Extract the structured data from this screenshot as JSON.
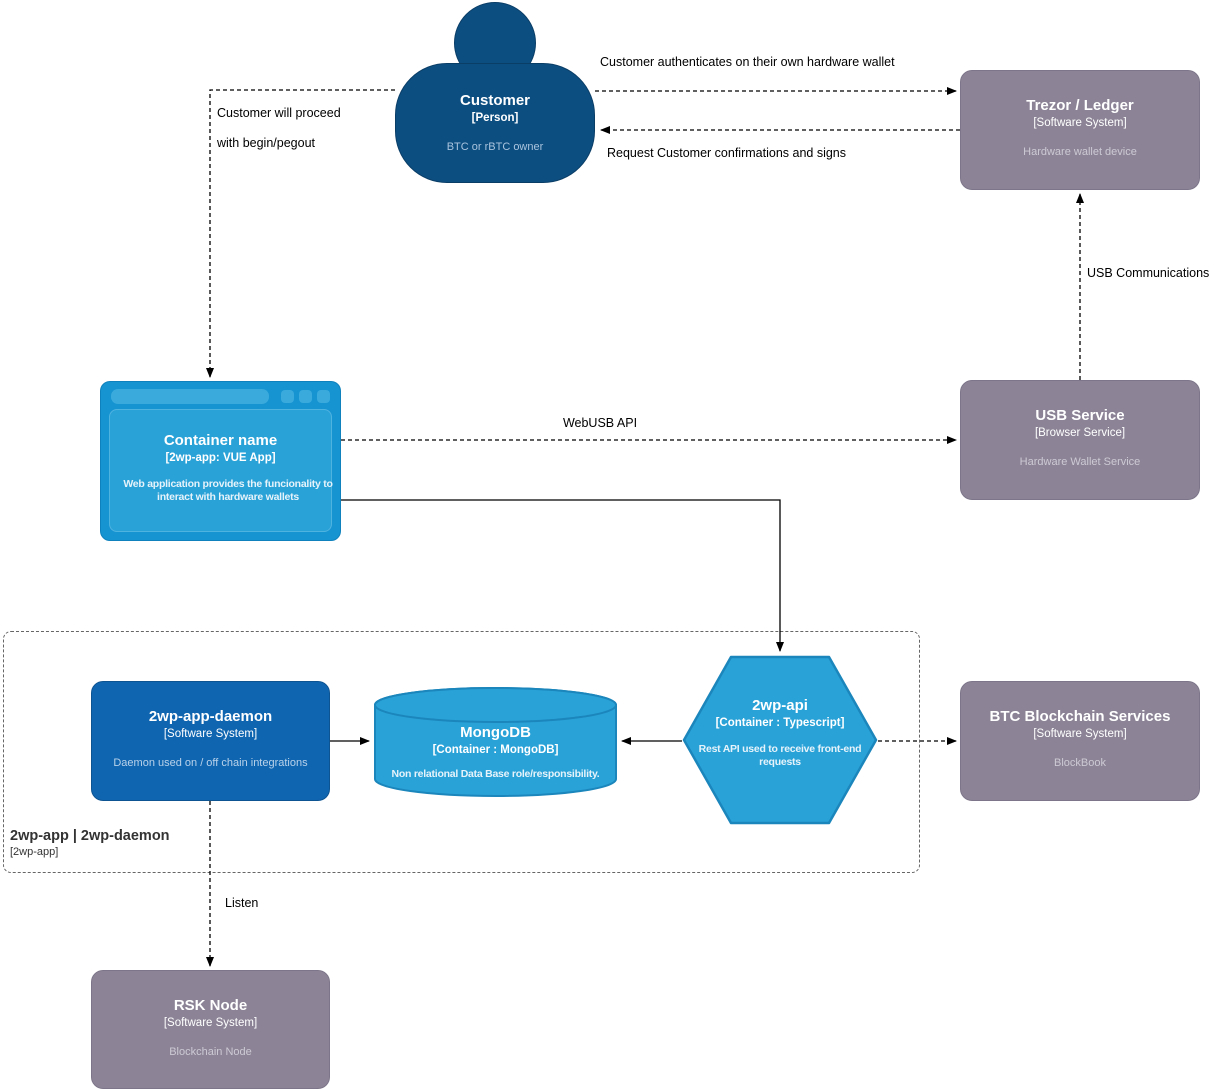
{
  "nodes": {
    "customer": {
      "title": "Customer",
      "subtitle": "[Person]",
      "description": "BTC or rBTC owner"
    },
    "trezor": {
      "title": "Trezor / Ledger",
      "subtitle": "[Software System]",
      "description": "Hardware wallet device"
    },
    "webapp": {
      "title": "Container name",
      "subtitle": "[2wp-app: VUE App]",
      "description": "Web application provides the funcionality to interact with hardware wallets"
    },
    "usb": {
      "title": "USB Service",
      "subtitle": "[Browser Service]",
      "description": "Hardware Wallet Service"
    },
    "daemon": {
      "title": "2wp-app-daemon",
      "subtitle": "[Software System]",
      "description": "Daemon used on / off chain integrations"
    },
    "mongo": {
      "title": "MongoDB",
      "subtitle": "[Container : MongoDB]",
      "description": "Non relational Data Base role/responsibility."
    },
    "api": {
      "title": "2wp-api",
      "subtitle": "[Container : Typescript]",
      "description": "Rest API used to receive front-end requests"
    },
    "btc": {
      "title": "BTC Blockchain Services",
      "subtitle": "[Software System]",
      "description": "BlockBook"
    },
    "rsk": {
      "title": "RSK Node",
      "subtitle": "[Software System]",
      "description": "Blockchain Node"
    }
  },
  "boundary": {
    "title": "2wp-app | 2wp-daemon",
    "subtitle": "[2wp-app]"
  },
  "edges": {
    "auth": "Customer authenticates on their own hardware wallet",
    "confirm": "Request Customer confirmations and signs",
    "proceed_line1": "Customer will proceed",
    "proceed_line2": "with begin/pegout",
    "usb_comm": "USB Communications",
    "webusb": "WebUSB API",
    "listen": "Listen"
  },
  "colors": {
    "person_blue": "#0d4e81",
    "system_blue": "#1065b0",
    "container_blue": "#29a2d8",
    "browser_frame": "#1693d1",
    "external_gray": "#8c8496",
    "edge_black": "#000000",
    "boundary_gray": "#666666"
  }
}
